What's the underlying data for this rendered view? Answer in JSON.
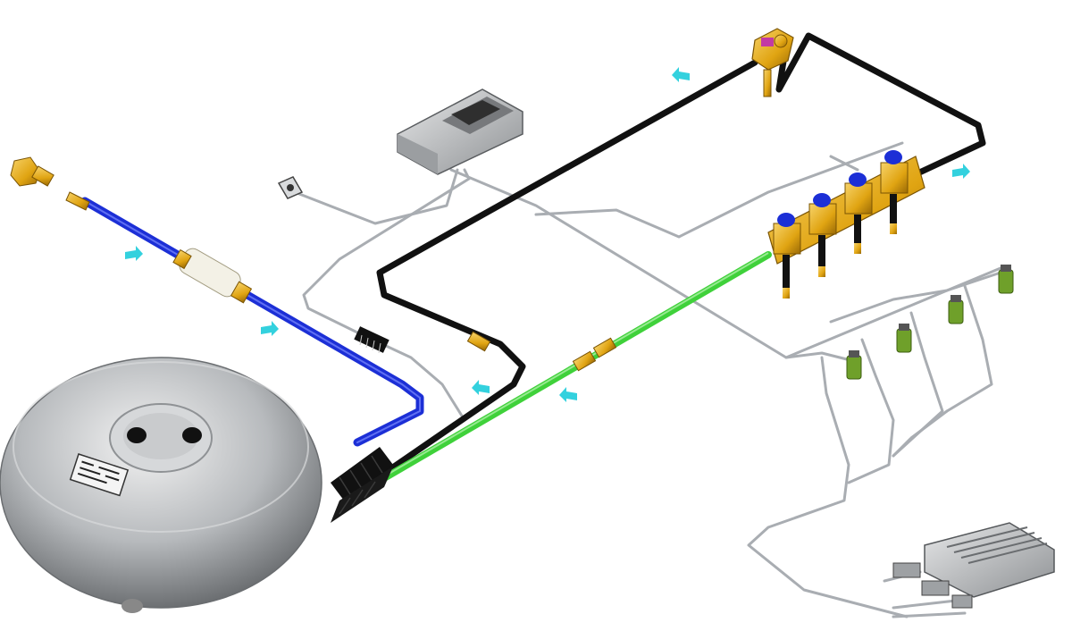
{
  "diagram": {
    "components": [
      {
        "name": "tank",
        "icon": "toroidal-lpg-tank"
      },
      {
        "name": "filler",
        "icon": "filler-valve"
      },
      {
        "name": "filter",
        "icon": "inline-filter"
      },
      {
        "name": "vaporizer",
        "icon": "reducer-vaporizer"
      },
      {
        "name": "injector-rail",
        "icon": "injector-rail"
      },
      {
        "name": "gas-ecu",
        "icon": "gas-ecu"
      },
      {
        "name": "ecu-small",
        "icon": "controller-module"
      },
      {
        "name": "switch",
        "icon": "selector-switch"
      },
      {
        "name": "nozzles",
        "icon": "injection-nozzles"
      }
    ],
    "colors": {
      "fill_line": "#1c2fd6",
      "vapour_line": "#3fd13a",
      "return_line": "#111111",
      "wire": "#a9adb2",
      "brass": "#e7b21a",
      "flow_arrow": "#33d1de",
      "tank_body": "#b9bcbf"
    }
  }
}
